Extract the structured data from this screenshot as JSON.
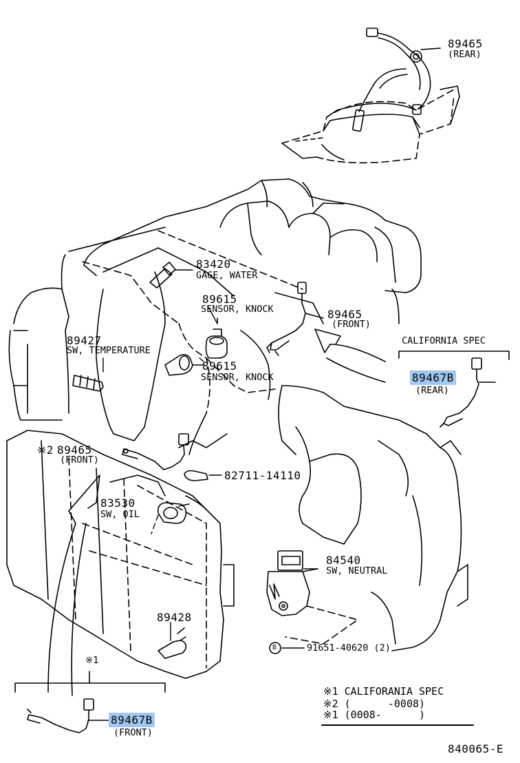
{
  "parts": {
    "rear_o2": {
      "number": "89465",
      "desc": "(REAR)"
    },
    "gage_water": {
      "number": "83420",
      "desc": "GAGE, WATER"
    },
    "knock_upper": {
      "number": "89615",
      "desc": "SENSOR, KNOCK"
    },
    "front_o2_upper": {
      "number": "89465",
      "desc": "(FRONT)"
    },
    "sw_temperature": {
      "number": "89427",
      "desc": "SW, TEMPERATURE"
    },
    "knock_lower": {
      "number": "89615",
      "desc": "SENSOR, KNOCK"
    },
    "calif_rear": {
      "header": "CALIFORNIA SPEC",
      "number": "89467B",
      "desc": "(REAR)"
    },
    "front_o2_marked": {
      "mark": "※2",
      "number": "89465",
      "desc": "(FRONT)"
    },
    "clamp": {
      "number": "82711-14110"
    },
    "sw_oil": {
      "number": "83530",
      "desc": "SW, OIL"
    },
    "sw_neutral": {
      "number": "84540",
      "desc": "SW, NEUTRAL"
    },
    "sensor_89428": {
      "number": "89428"
    },
    "bolt": {
      "mark": "B",
      "number": "91651-40620 (2)"
    },
    "calif_front": {
      "header": "※1",
      "number": "89467B",
      "desc": "(FRONT)"
    }
  },
  "legend": {
    "row1": "※1 CALIFORANIA SPEC",
    "row2": "※2 (      -0008)",
    "row3": "※1 (0008-      )"
  },
  "diagram_id": "840065-E",
  "colors": {
    "highlight": "#9fc7f0",
    "ink": "#000000"
  }
}
